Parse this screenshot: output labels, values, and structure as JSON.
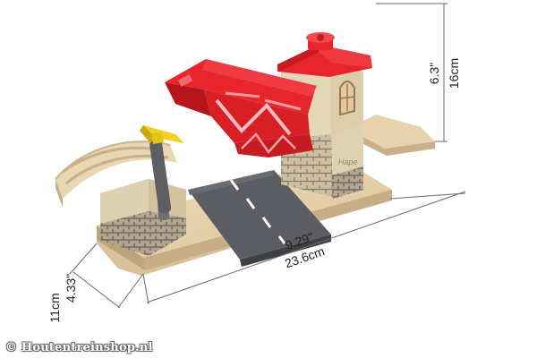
{
  "dimensions": {
    "height_in": "6.3\"",
    "height_cm": "16cm",
    "length_in": "9.29\"",
    "length_cm": "23.6cm",
    "depth_in": "4.33\"",
    "depth_cm": "11cm"
  },
  "watermark": "© Houtentreinshop.nl",
  "brand_mark": "Hape",
  "colors": {
    "wood": "#e6d2ae",
    "wood_dark": "#c9b28c",
    "brick": "#b8a88e",
    "brick_pattern": "#6f6f6f",
    "red": "#e8252b",
    "red_dark": "#b5151b",
    "yellow": "#f0d020",
    "road": "#5a5c61",
    "lever": "#5c5e61"
  }
}
